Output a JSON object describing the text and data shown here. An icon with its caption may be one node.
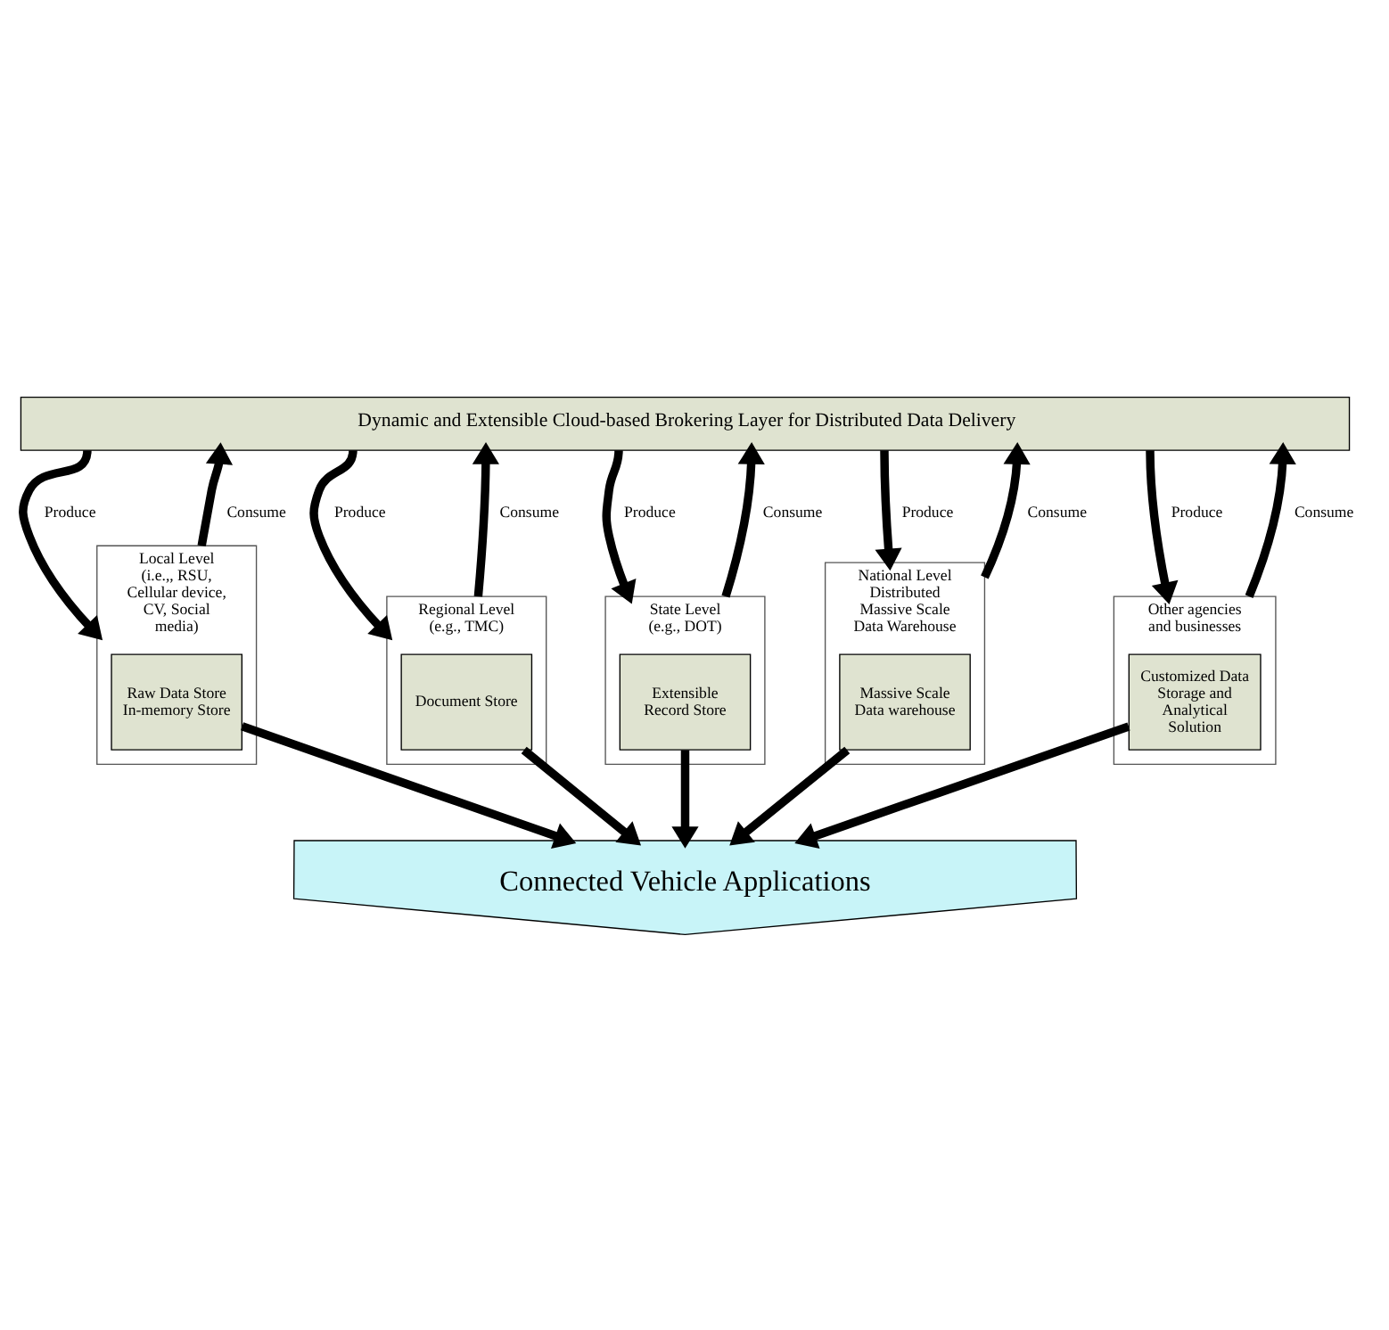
{
  "diagram": {
    "nodes": [
      {
        "text": [
          "Dynamic and Extensible Cloud-based Brokering Layer for Distributed Data Delivery"
        ]
      },
      {
        "text": [
          "Local Level",
          "(i.e.,, RSU, Cellular device, CV, Social media)"
        ]
      },
      {
        "text": [
          "Raw Data Store",
          "In-memory Store"
        ],
        "in": 1
      },
      {
        "text": [
          "Regional Level",
          "(e.g., TMC)"
        ]
      },
      {
        "text": [
          "Document Store"
        ],
        "in": 3
      },
      {
        "text": [
          "State Level",
          "(e.g., DOT)"
        ]
      },
      {
        "text": [
          "Extensible Record Store"
        ],
        "in": 5
      },
      {
        "text": [
          "National Level",
          "Distributed Massive Scale Data Warehouse"
        ]
      },
      {
        "text": [
          "Massive Scale Data warehouse"
        ],
        "in": 7
      },
      {
        "text": [
          "Other agencies and businesses"
        ]
      },
      {
        "text": [
          "Customized Data Storage and Analytical Solution"
        ],
        "in": 9
      },
      {
        "text": [
          "Connected Vehicle Applications"
        ]
      }
    ],
    "edges": [
      {
        "from": 0,
        "to": 1,
        "arrow": "to",
        "label": "Produce"
      },
      {
        "from": 1,
        "to": 0,
        "arrow": "to",
        "label": "Consume"
      },
      {
        "from": 0,
        "to": 3,
        "arrow": "to",
        "label": "Produce"
      },
      {
        "from": 3,
        "to": 0,
        "arrow": "to",
        "label": "Consume"
      },
      {
        "from": 0,
        "to": 5,
        "arrow": "to",
        "label": "Produce"
      },
      {
        "from": 5,
        "to": 0,
        "arrow": "to",
        "label": "Consume"
      },
      {
        "from": 0,
        "to": 7,
        "arrow": "to",
        "label": "Produce"
      },
      {
        "from": 7,
        "to": 0,
        "arrow": "to",
        "label": "Consume"
      },
      {
        "from": 0,
        "to": 9,
        "arrow": "to",
        "label": "Produce"
      },
      {
        "from": 9,
        "to": 0,
        "arrow": "to",
        "label": "Consume"
      },
      {
        "from": 2,
        "to": 11,
        "arrow": "to"
      },
      {
        "from": 4,
        "to": 11,
        "arrow": "to"
      },
      {
        "from": 6,
        "to": 11,
        "arrow": "to"
      },
      {
        "from": 8,
        "to": 11,
        "arrow": "to"
      },
      {
        "from": 10,
        "to": 11,
        "arrow": "to"
      }
    ]
  }
}
